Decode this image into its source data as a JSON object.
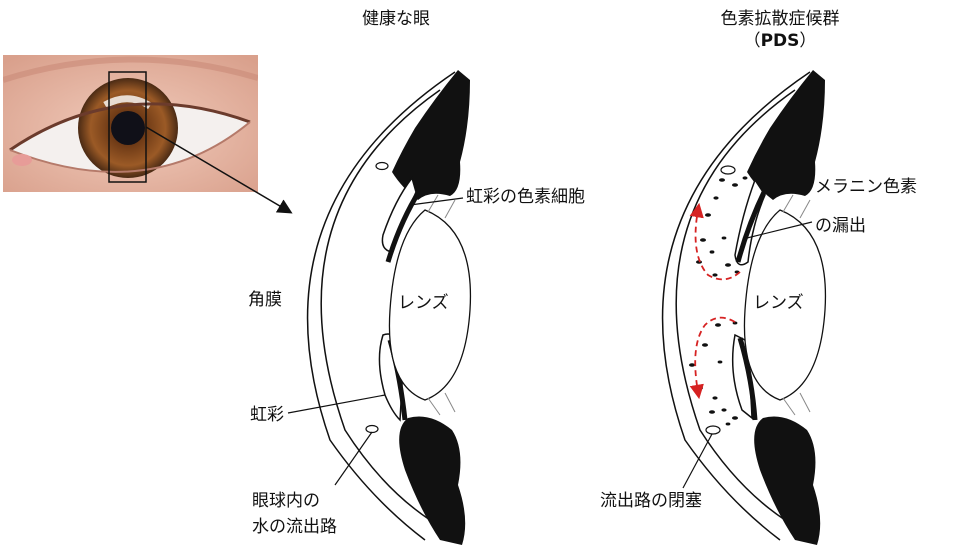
{
  "titles": {
    "healthy": "健康な眼",
    "pds_line1": "色素拡散症候群",
    "pds_open": "（",
    "pds_abbr": "PDS",
    "pds_close": "）"
  },
  "labels": {
    "cornea": "角膜",
    "iris": "虹彩",
    "outflow_line1": "眼球内の",
    "outflow_line2": "水の流出路",
    "iris_pigment_cells": "虹彩の色素細胞",
    "lens_left": "レンズ",
    "lens_right": "レンズ",
    "melanin_line1": "メラニン色素",
    "melanin_line2": "の漏出",
    "outflow_blockage": "流出路の閉塞"
  },
  "colors": {
    "ink": "#111111",
    "flow_arrow": "#d62222",
    "iris_brown": "#8a4e22",
    "skin": "#e9b8a4"
  },
  "icons": {
    "photo": "eye-photo",
    "pointer": "arrow-icon"
  }
}
